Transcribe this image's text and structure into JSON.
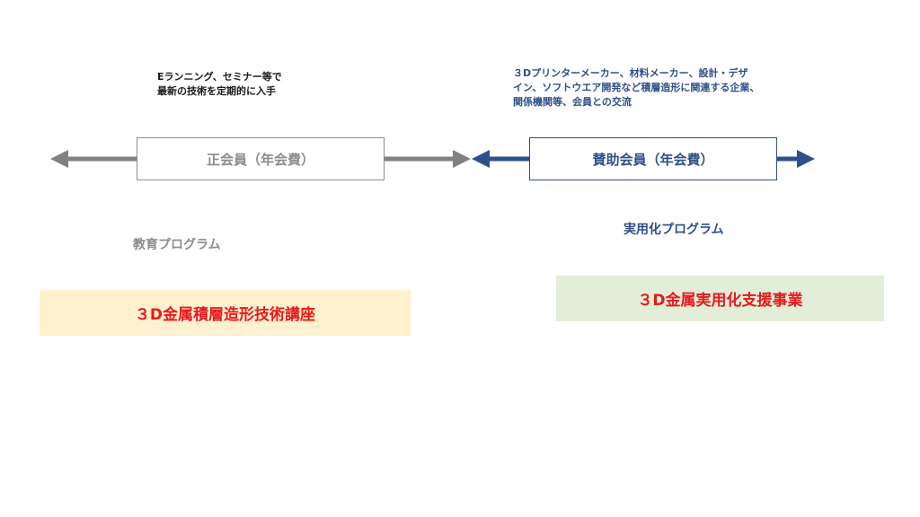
{
  "regular_member": {
    "note": "Eランニング、セミナー等で\n最新の技術を定期的に入手",
    "box_label": "正会員（年会費）",
    "program_label": "教育プログラム",
    "program_item": "３D金属積層造形技術講座",
    "arrow_color": "#808080",
    "band_color": "#fdf1cf"
  },
  "supporting_member": {
    "note": "３Dプリンターメーカー、材料メーカー、設計・デザ\nイン、ソフトウエア開発など積層造形に関連する企業、\n関係機関等、会員との交流",
    "box_label": "賛助会員（年会費）",
    "program_label": "実用化プログラム",
    "program_item": "３D金属実用化支援事業",
    "arrow_color": "#2f4f8a",
    "band_color": "#e3eed9"
  },
  "colors": {
    "highlight_text": "#e8191c",
    "gray_text": "#8c8c8c",
    "blue_text": "#2f4f8a"
  }
}
